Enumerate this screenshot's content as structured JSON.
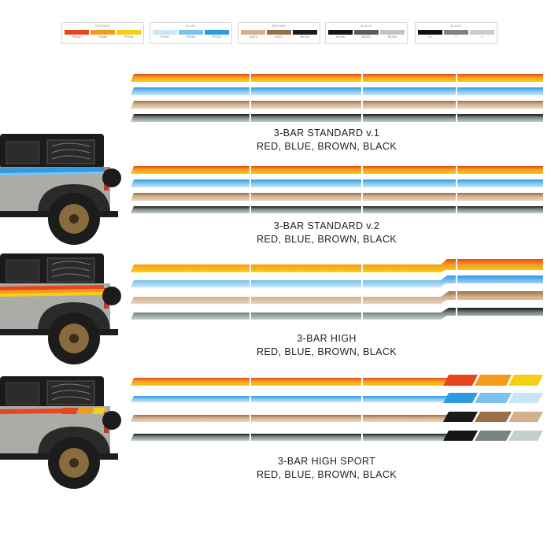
{
  "legend": [
    {
      "title": "ORANGE",
      "codes": [
        "PRAG0",
        "PRAB9",
        "PR33B"
      ],
      "colors": [
        "#e8451d",
        "#f59b1c",
        "#f6cf15"
      ]
    },
    {
      "title": "BLUE",
      "codes": [
        "PR33C",
        "PR33D",
        "PR33E"
      ],
      "colors": [
        "#c9e6f7",
        "#7cc2ee",
        "#2d9be2"
      ]
    },
    {
      "title": "BROWN",
      "codes": [
        "ZXAT0",
        "BZHIT",
        "BK33A"
      ],
      "colors": [
        "#d4b08c",
        "#9a6e47",
        "#1c1c1c"
      ]
    },
    {
      "title": "BLACK",
      "codes": [
        "BK33A",
        "BK39G",
        "BK39A"
      ],
      "colors": [
        "#151515",
        "#5b5b5b",
        "#c2c2c2"
      ]
    },
    {
      "title": "BLACK",
      "codes": [
        "10",
        "0",
        "0"
      ],
      "colors": [
        "#111111",
        "#7a8580",
        "#c5cfca"
      ]
    }
  ],
  "sections": [
    {
      "title": "3-BAR STANDARD v.1",
      "subtitle": "RED, BLUE, BROWN, BLACK"
    },
    {
      "title": "3-BAR STANDARD v.2",
      "subtitle": "RED, BLUE, BROWN, BLACK"
    },
    {
      "title": "3-BAR HIGH",
      "subtitle": "RED, BLUE, BROWN, BLACK"
    },
    {
      "title": "3-BAR HIGH SPORT",
      "subtitle": "RED, BLUE, BROWN, BLACK"
    }
  ],
  "stripe_colors": {
    "red": [
      "#e8451d",
      "#f59b1c",
      "#f6cf15"
    ],
    "blue": [
      "#2d9be2",
      "#7cc2ee",
      "#c9e6f7"
    ],
    "brown": [
      "#9a6e47",
      "#d4b08c",
      "#e8d5be"
    ],
    "black": [
      "#151515",
      "#7a8580",
      "#c5cfca"
    ]
  },
  "vehicle_colors": {
    "body": "#a9aca7",
    "top": "#1a1a1a",
    "tire": "#1c1c1c",
    "wheel": "#8a6b3e"
  }
}
